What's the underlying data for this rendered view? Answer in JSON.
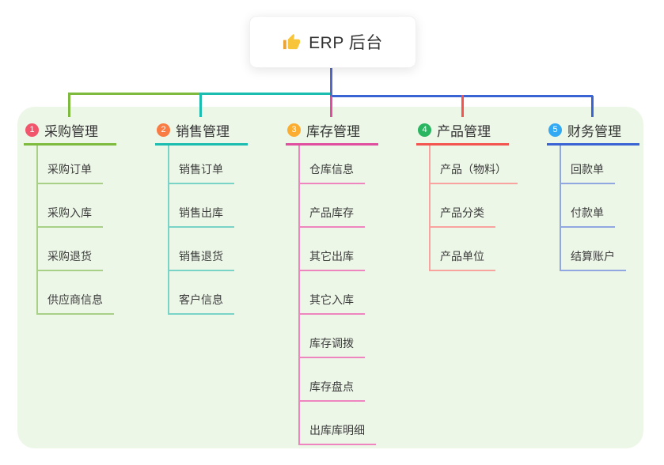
{
  "root": {
    "title": "ERP 后台",
    "icon": "thumbs-up-icon",
    "line_color": "#5569c5"
  },
  "panel": {
    "background_color": "#edf7e8"
  },
  "branches": [
    {
      "num": "1",
      "title": "采购管理",
      "badge_color": "#f2566c",
      "line_color": "#7eba3d",
      "child_line_color": "#a8d187",
      "children": [
        "采购订单",
        "采购入库",
        "采购退货",
        "供应商信息"
      ]
    },
    {
      "num": "2",
      "title": "销售管理",
      "badge_color": "#f87c44",
      "line_color": "#1abdb0",
      "child_line_color": "#79d3c7",
      "children": [
        "销售订单",
        "销售出库",
        "销售退货",
        "客户信息"
      ]
    },
    {
      "num": "3",
      "title": "库存管理",
      "badge_color": "#fbad32",
      "line_color": "#e04f9f",
      "child_line_color": "#ef85bf",
      "children": [
        "仓库信息",
        "产品库存",
        "其它出库",
        "其它入库",
        "库存调拨",
        "库存盘点",
        "出库库明细"
      ]
    },
    {
      "num": "4",
      "title": "产品管理",
      "badge_color": "#2ab561",
      "line_color": "#f4544f",
      "child_line_color": "#f8a39e",
      "children": [
        "产品（物料）",
        "产品分类",
        "产品单位"
      ]
    },
    {
      "num": "5",
      "title": "财务管理",
      "badge_color": "#33a9f3",
      "line_color": "#3a63d3",
      "child_line_color": "#91a7e2",
      "children": [
        "回款单",
        "付款单",
        "结算账户"
      ]
    }
  ]
}
